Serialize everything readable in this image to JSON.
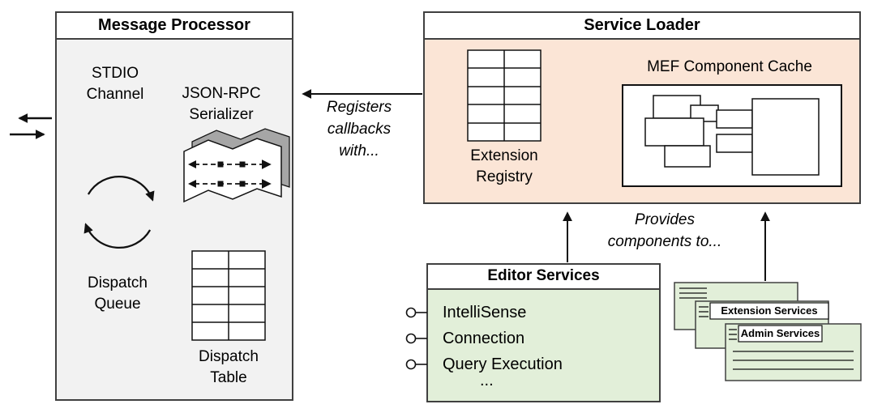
{
  "colors": {
    "message_processor_fill": "#f2f2f2",
    "service_loader_fill": "#fbe5d6",
    "editor_services_fill": "#e2efd9",
    "service_card_fill": "#e2efd9",
    "box_border": "#404040",
    "line_color": "#111111"
  },
  "message_processor": {
    "title": "Message Processor",
    "stdio_channel_label": "STDIO\nChannel",
    "serializer_label": "JSON-RPC\nSerializer",
    "dispatch_queue_label": "Dispatch\nQueue",
    "dispatch_table_label": "Dispatch\nTable"
  },
  "service_loader": {
    "title": "Service Loader",
    "extension_registry_label": "Extension\nRegistry",
    "mef_cache_label": "MEF Component Cache"
  },
  "connectors": {
    "registers_callbacks_label": "Registers\ncallbacks\nwith...",
    "provides_components_label": "Provides\ncomponents to..."
  },
  "editor_services": {
    "title": "Editor Services",
    "items": [
      "IntelliSense",
      "Connection",
      "Query Execution"
    ],
    "ellipsis": "..."
  },
  "service_cards": {
    "extension_services_label": "Extension Services",
    "admin_services_label": "Admin Services"
  }
}
